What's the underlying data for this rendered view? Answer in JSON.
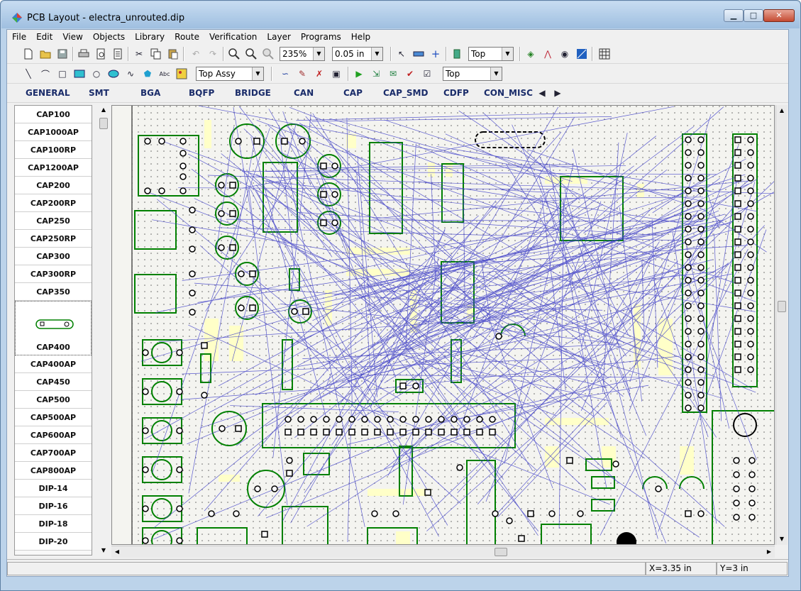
{
  "window": {
    "title": "PCB Layout - electra_unrouted.dip"
  },
  "menu": [
    "File",
    "Edit",
    "View",
    "Objects",
    "Library",
    "Route",
    "Verification",
    "Layer",
    "Programs",
    "Help"
  ],
  "toolbar1": {
    "zoom": "235%",
    "grid": "0.05 in",
    "layer": "Top"
  },
  "toolbar2": {
    "text_tool": "Abc",
    "assy": "Top Assy",
    "layer": "Top"
  },
  "library_tabs": [
    "GENERAL",
    "SMT",
    "BGA",
    "BQFP",
    "BRIDGE",
    "CAN",
    "CAP",
    "CAP_SMD",
    "CDFP",
    "CON_MISC"
  ],
  "library_items": [
    "CAP100",
    "CAP1000AP",
    "CAP100RP",
    "CAP1200AP",
    "CAP200",
    "CAP200RP",
    "CAP250",
    "CAP250RP",
    "CAP300",
    "CAP300RP",
    "CAP350",
    "CAP400",
    "CAP400AP",
    "CAP450",
    "CAP500",
    "CAP500AP",
    "CAP600AP",
    "CAP700AP",
    "CAP800AP",
    "DIP-14",
    "DIP-16",
    "DIP-18",
    "DIP-20"
  ],
  "selected_item": "CAP400",
  "status": {
    "x": "X=3.35 in",
    "y": "Y=3 in"
  },
  "colors": {
    "component": "#008000",
    "ratsnest": "#4040c8",
    "pad_fill": "#ffffc8",
    "board_bg": "#f4f4f0"
  },
  "icons": [
    "new-icon",
    "open-icon",
    "save-icon",
    "print-icon",
    "print-preview-icon",
    "report-icon",
    "cut-icon",
    "copy-icon",
    "paste-icon",
    "undo-icon",
    "redo-icon",
    "zoom-in-icon",
    "zoom-out-icon",
    "zoom-fit-icon",
    "select-icon",
    "measure-icon",
    "crosshair-icon",
    "component-icon",
    "grid-icon"
  ]
}
